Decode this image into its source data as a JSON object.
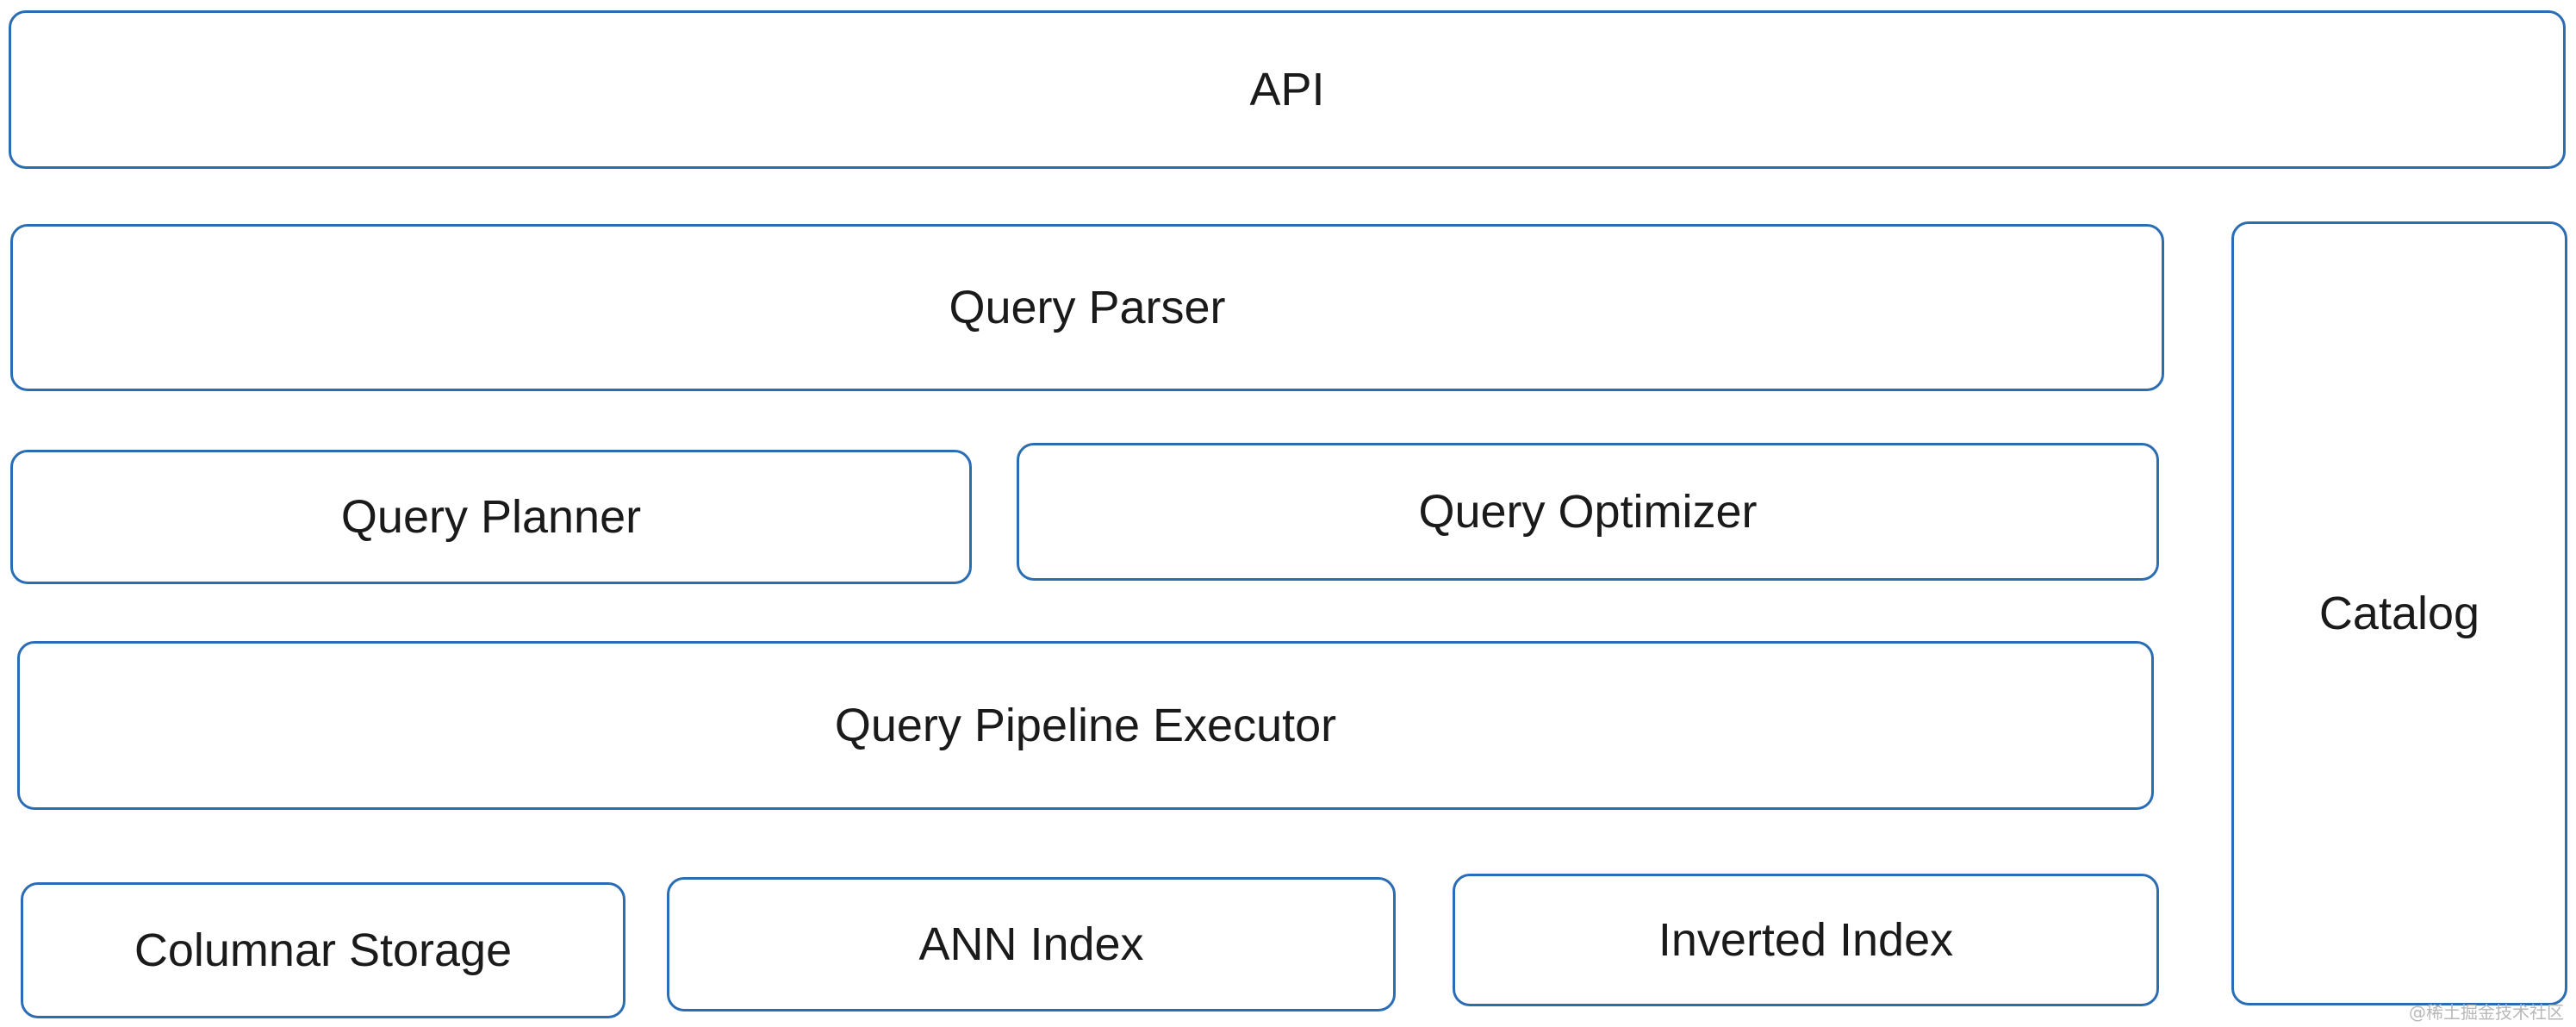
{
  "diagram": {
    "blocks": {
      "api": "API",
      "query_parser": "Query Parser",
      "query_planner": "Query Planner",
      "query_optimizer": "Query Optimizer",
      "query_pipeline_executor": "Query Pipeline Executor",
      "columnar_storage": "Columnar Storage",
      "ann_index": "ANN Index",
      "inverted_index": "Inverted Index",
      "catalog": "Catalog"
    },
    "watermark": "@稀土掘金技术社区"
  },
  "colors": {
    "border": "#2a6db5",
    "text": "#1a1a1a",
    "background": "#ffffff"
  }
}
